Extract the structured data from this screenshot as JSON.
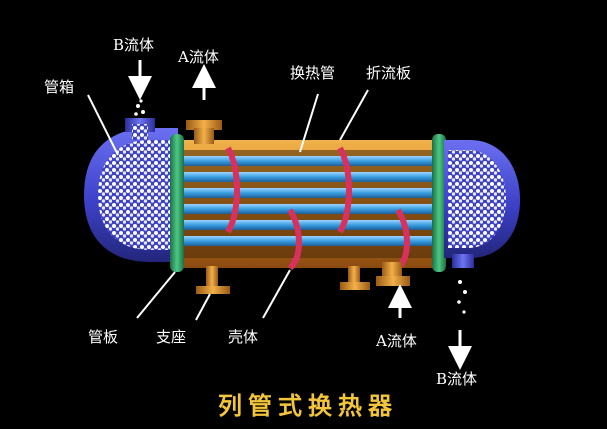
{
  "title": "列管式换热器",
  "labels": {
    "header": "管箱",
    "b_fluid_in": "B流体",
    "a_fluid_out": "A流体",
    "tubes": "换热管",
    "baffle": "折流板",
    "tube_sheet": "管板",
    "support": "支座",
    "shell": "壳体",
    "a_fluid_in": "A流体",
    "b_fluid_out": "B流体"
  },
  "colors": {
    "background": "#000000",
    "shell_fill": "#e0902a",
    "tube_fill": "#3a9ee0",
    "baffle_fill": "#d8315e",
    "header_fill": "#4b4fd8",
    "tube_sheet_fill": "#34a66a",
    "title_color": "#f2c53a"
  }
}
